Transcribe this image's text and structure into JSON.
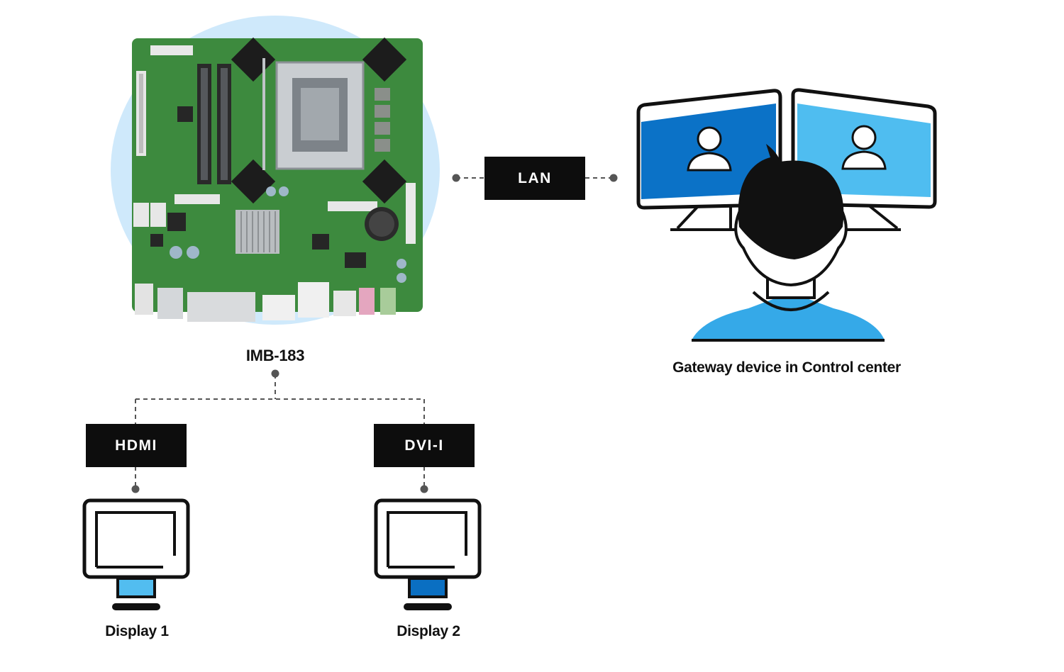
{
  "board": {
    "label": "IMB-183"
  },
  "links": {
    "lan": "LAN",
    "hdmi": "HDMI",
    "dvi": "DVI-I"
  },
  "displays": [
    {
      "label": "Display 1",
      "stand_color": "#52bdf0"
    },
    {
      "label": "Display 2",
      "stand_color": "#0a6fc2"
    }
  ],
  "gateway": {
    "label": "Gateway device in Control center"
  },
  "colors": {
    "pcb_green": "#3d8a3e",
    "halo_blue": "#cfe9fb",
    "screen_left": "#0b72c7",
    "screen_right": "#4fbdf0",
    "shirt": "#35a9e8",
    "ink": "#111111"
  }
}
